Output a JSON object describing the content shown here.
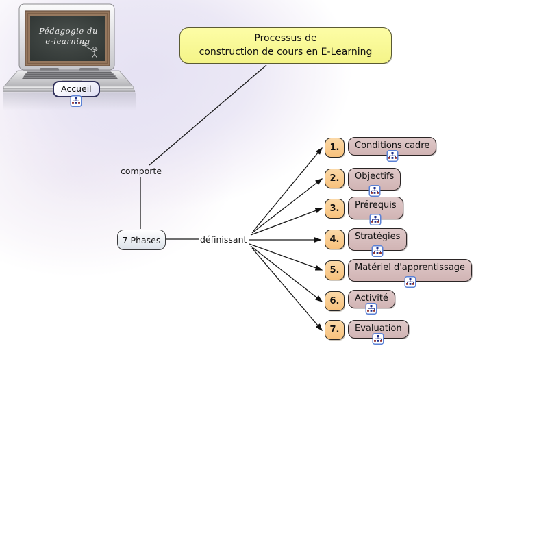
{
  "laptop": {
    "screen_title_line1": "Pédagogie du",
    "screen_title_line2": "e-learning",
    "node_label": "Accueil"
  },
  "root": {
    "title_line1": "Processus de",
    "title_line2": "construction de cours en E-Learning"
  },
  "linking_phrases": {
    "from_root": "comporte",
    "from_phases": "définissant"
  },
  "phases_concept": {
    "label": "7 Phases"
  },
  "phases": [
    {
      "number": "1.",
      "label": "Conditions cadre",
      "icon": "concept-map-link"
    },
    {
      "number": "2.",
      "label": "Objectifs",
      "icon": "concept-map-link"
    },
    {
      "number": "3.",
      "label": "Prérequis",
      "icon": "concept-map-link"
    },
    {
      "number": "4.",
      "label": "Stratégies",
      "icon": "concept-map-link"
    },
    {
      "number": "5.",
      "label": "Matériel d'apprentissage",
      "icon": "concept-map-link"
    },
    {
      "number": "6.",
      "label": "Activité",
      "icon": "concept-map-link"
    },
    {
      "number": "7.",
      "label": "Evaluation",
      "icon": "concept-map-link"
    }
  ],
  "colors": {
    "root_fill": "#FAFA96",
    "root_border": "#5A5A33",
    "badge_fill": "#F9CB8D",
    "badge_border": "#262626",
    "phase_label_fill": "#D6BBBB",
    "phase_label_border": "#2B2525",
    "phases_concept_fill": "#DCE2E9",
    "accueil_fill": "#E1E1F4",
    "line_color": "#1A1A1A",
    "background_blob": "#E6E2F2",
    "icon_border_blue": "#5B82D6",
    "icon_navy": "#1C2F8C",
    "icon_maroon": "#8C2C2C"
  }
}
